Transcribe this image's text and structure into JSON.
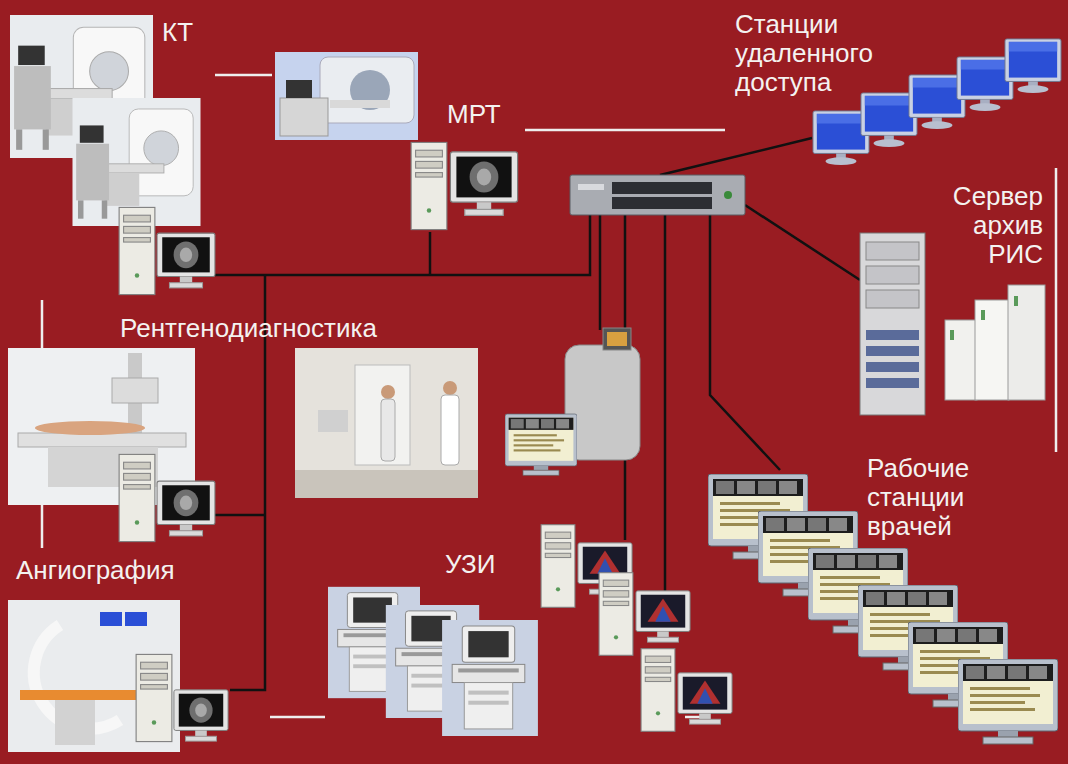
{
  "diagram": {
    "nodes": [
      {
        "text": [
          "КТ"
        ]
      },
      {
        "text": [
          "МРТ"
        ]
      },
      {
        "text": [
          "Станции удаленного доступа"
        ]
      },
      {
        "text": [
          "Сервер архив РИС"
        ]
      },
      {
        "text": [
          "Рентгенодиагностика"
        ]
      },
      {
        "text": [
          "Ангиография"
        ]
      },
      {
        "text": [
          "УЗИ"
        ]
      },
      {
        "text": [
          "Рабочие станции врачей"
        ]
      }
    ],
    "edges": [
      {
        "from": 0,
        "to": 1,
        "arrow": "none"
      },
      {
        "from": 1,
        "to": 2,
        "arrow": "none"
      },
      {
        "from": 2,
        "to": 7,
        "arrow": "none"
      },
      {
        "from": 7,
        "to": 6,
        "arrow": "none"
      },
      {
        "from": 6,
        "to": 5,
        "arrow": "none"
      },
      {
        "from": 5,
        "to": 0,
        "arrow": "none"
      }
    ]
  }
}
